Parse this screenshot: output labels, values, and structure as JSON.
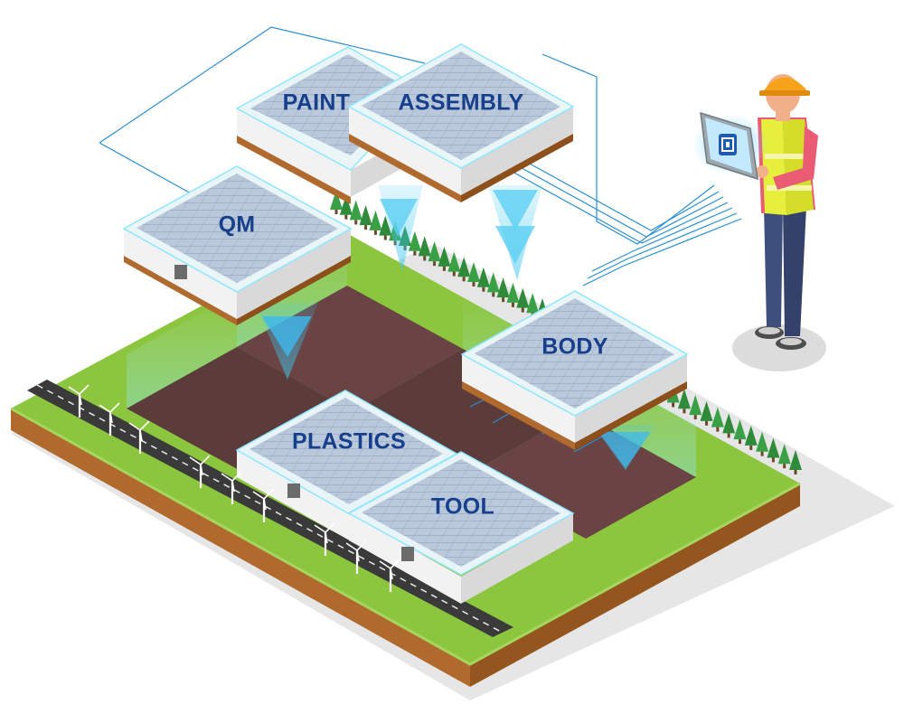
{
  "modules": [
    {
      "key": "paint",
      "label": "PAINT"
    },
    {
      "key": "assembly",
      "label": "ASSEMBLY"
    },
    {
      "key": "qm",
      "label": "QM"
    },
    {
      "key": "body",
      "label": "BODY"
    },
    {
      "key": "plastics",
      "label": "PLASTICS"
    },
    {
      "key": "tool",
      "label": "TOOL"
    }
  ],
  "worker": {
    "tablet_icon": "app-logo-icon"
  },
  "colors": {
    "label": "#173f8c",
    "grass": "#8cc63f",
    "soil": "#b06a2e",
    "slot": "#5c3b3b",
    "road": "#3a3a3a",
    "roof_panel": "#b7c6d8",
    "beam": "#3ec7f0",
    "network_line": "#2a8fd0"
  }
}
